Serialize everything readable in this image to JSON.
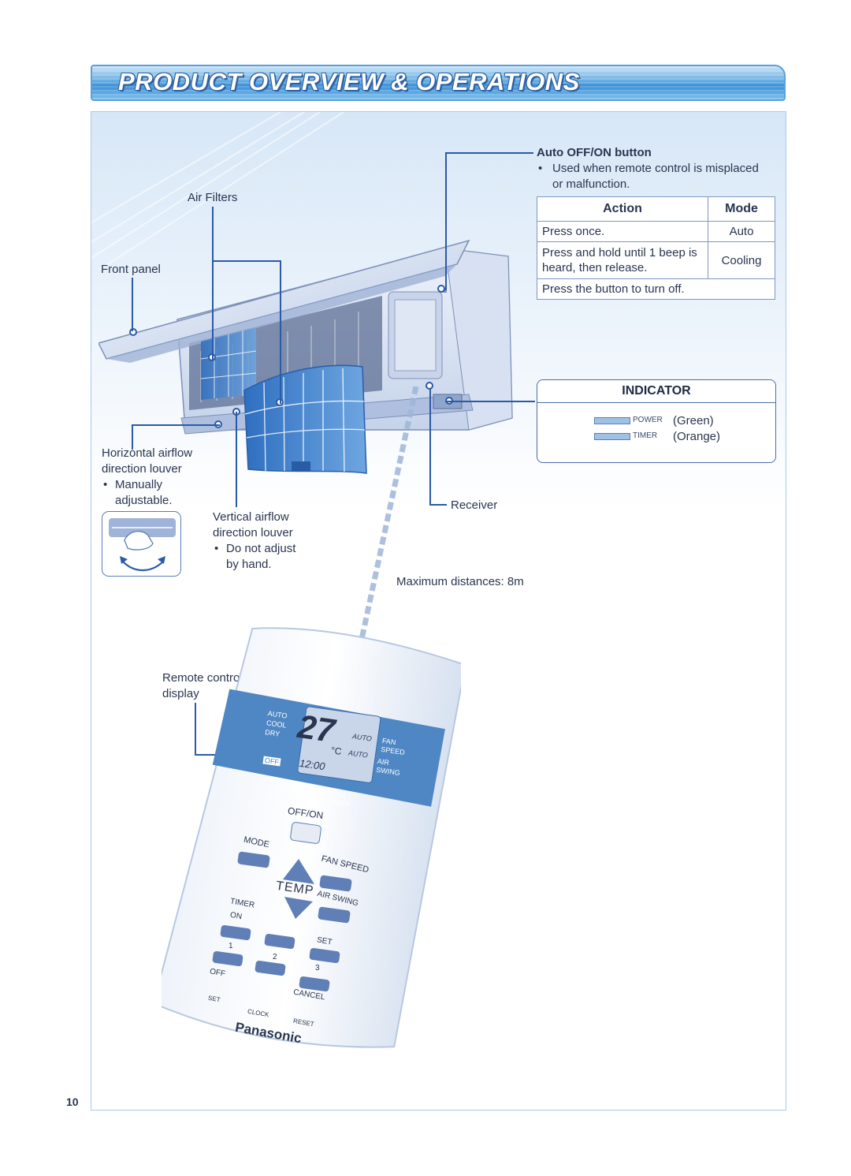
{
  "title": "PRODUCT OVERVIEW & OPERATIONS",
  "page_number": "10",
  "labels": {
    "air_filters": "Air Filters",
    "front_panel": "Front panel",
    "horizontal_louver_1": "Horizontal airflow",
    "horizontal_louver_2": "direction louver",
    "horizontal_bullet_1": "Manually",
    "horizontal_bullet_2": "adjustable.",
    "vertical_louver_1": "Vertical airflow",
    "vertical_louver_2": "direction louver",
    "vertical_bullet_1": "Do not adjust",
    "vertical_bullet_2": "by hand.",
    "receiver": "Receiver",
    "max_distance": "Maximum distances:  8m",
    "remote_display_1": "Remote control",
    "remote_display_2": "display"
  },
  "auto_button": {
    "heading": "Auto OFF/ON button",
    "bullet_1": "Used when remote control is misplaced",
    "bullet_2": "or malfunction."
  },
  "mode_table": {
    "col_action": "Action",
    "col_mode": "Mode",
    "rows": [
      {
        "action": "Press once.",
        "mode": "Auto"
      },
      {
        "action_1": "Press and hold until 1 beep is",
        "action_2": "heard, then release.",
        "mode": "Cooling"
      },
      {
        "action": "Press the button to turn off."
      }
    ]
  },
  "indicator": {
    "title": "INDICATOR",
    "items": [
      {
        "tag": "POWER",
        "color_name": "(Green)"
      },
      {
        "tag": "TIMER",
        "color_name": "(Orange)"
      }
    ]
  },
  "remote": {
    "display": {
      "modes": [
        "AUTO",
        "COOL",
        "DRY"
      ],
      "temp": "27",
      "unit": "°C",
      "fan_auto": "AUTO",
      "fan": "FAN",
      "speed": "SPEED",
      "swing_auto": "AUTO",
      "air": "AIR",
      "swing": "SWING",
      "off": "OFF",
      "clock": "12:00",
      "off_timer_1": "OFF",
      "off_timer_2": "TIMER",
      "on_timer_1": "ON",
      "on_timer_2": "TIMER"
    },
    "buttons": {
      "offon": "OFF/ON",
      "mode": "MODE",
      "fan_speed": "FAN SPEED",
      "temp": "TEMP",
      "air_swing": "AIR SWING",
      "timer": "TIMER",
      "on": "ON",
      "off": "OFF",
      "set": "SET",
      "one": "1",
      "two": "2",
      "three": "3",
      "cancel": "CANCEL",
      "set_small": "SET",
      "clock": "CLOCK",
      "reset": "RESET"
    },
    "brand": "Panasonic"
  },
  "colors": {
    "callout": "#2b5aa6",
    "banner": "#3a8fd6",
    "remote_panel": "#4f87c4"
  }
}
